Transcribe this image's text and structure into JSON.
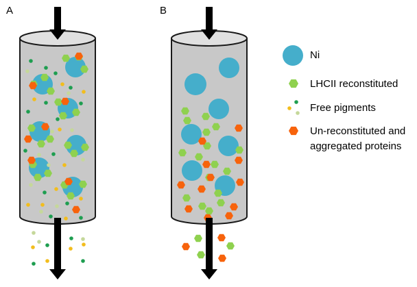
{
  "panels": [
    {
      "label": "A"
    },
    {
      "label": "B"
    }
  ],
  "legend": [
    {
      "label": "Ni",
      "icon": "blue-circle-icon",
      "color": "#45AECB"
    },
    {
      "label": "LHCII reconstituted",
      "icon": "green-hexagon-icon",
      "color": "#8FD14F"
    },
    {
      "label": "Free pigments",
      "icon": "pigment-dots-icon",
      "colors": [
        "#1E9E50",
        "#F2BD1D",
        "#C5D89A"
      ]
    },
    {
      "label_lines": [
        "Un-reconstituted and",
        "aggregated proteins"
      ],
      "icon": "orange-hexagon-icon",
      "color": "#F7630C"
    }
  ],
  "colors": {
    "column_fill": "#C8C8C8",
    "column_top": "#E0E0E0",
    "column_stroke": "#1A1A1A",
    "arrow": "#000000",
    "ni": "#45AECB",
    "lhcii": "#8FD14F",
    "aggregate": "#F7630C",
    "pigment_dark_green": "#1E9E50",
    "pigment_yellow": "#F2BD1D",
    "pigment_pale_green": "#C5D89A"
  }
}
